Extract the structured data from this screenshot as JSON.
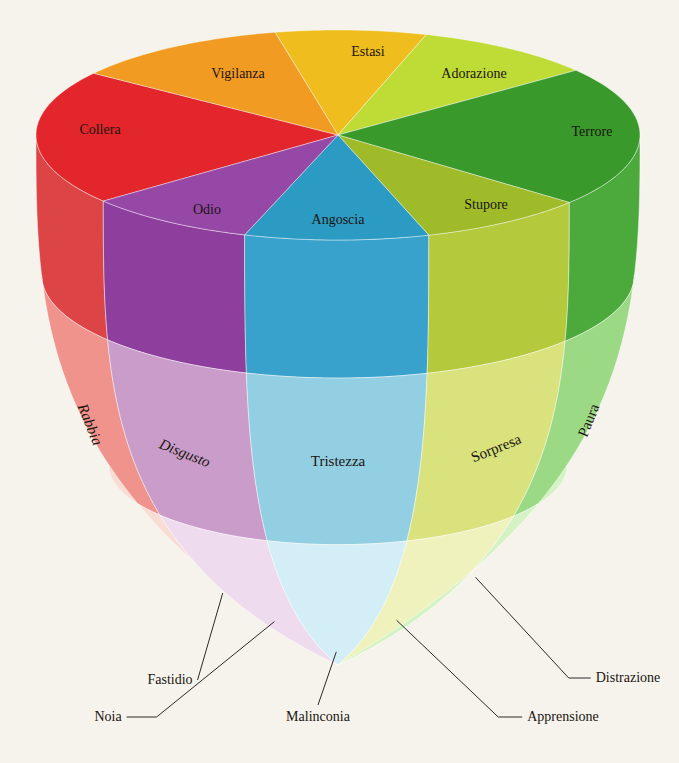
{
  "diagram": {
    "nodes": [
      {
        "text": [
          "Collera"
        ]
      },
      {
        "text": [
          "Vigilanza"
        ]
      },
      {
        "text": [
          "Estasi"
        ]
      },
      {
        "text": [
          "Adorazione"
        ]
      },
      {
        "text": [
          "Terrore"
        ]
      },
      {
        "text": [
          "Stupore"
        ]
      },
      {
        "text": [
          "Angoscia"
        ]
      },
      {
        "text": [
          "Odio"
        ]
      },
      {
        "text": [
          "Rabbia"
        ]
      },
      {
        "text": [
          "Disgusto"
        ]
      },
      {
        "text": [
          "Tristezza"
        ]
      },
      {
        "text": [
          "Sorpresa"
        ]
      },
      {
        "text": [
          "Paura"
        ]
      }
    ],
    "labels": [
      "Fastidio",
      "Noia",
      "Malinconia",
      "Apprensione",
      "Distrazione"
    ]
  }
}
